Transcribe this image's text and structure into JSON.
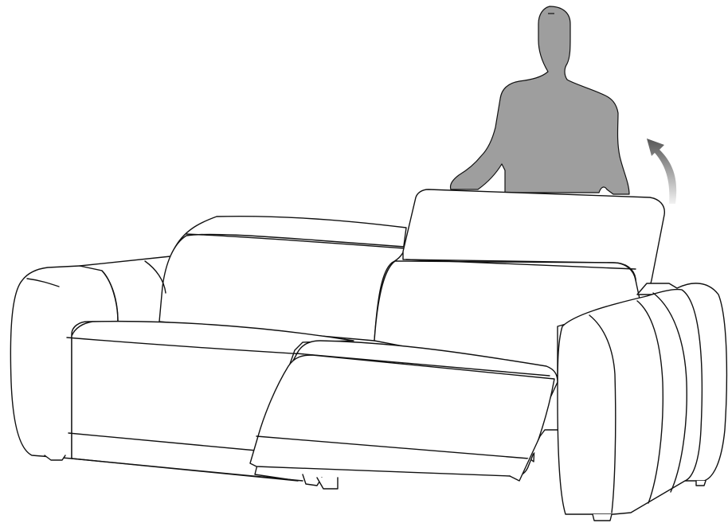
{
  "illustration": {
    "subject": "sofa-with-power-recliner",
    "line_color": "#111111",
    "person_fill": "#9e9e9e",
    "arrow_gradient_dark": "#555555",
    "arrow_gradient_light": "#f2f2f2",
    "seats": [
      {
        "id": "left-seat",
        "state": "upright"
      },
      {
        "id": "right-seat",
        "state": "reclined"
      }
    ],
    "motion_indicator": {
      "icon": "curved-arrow-icon",
      "direction": "up"
    }
  }
}
